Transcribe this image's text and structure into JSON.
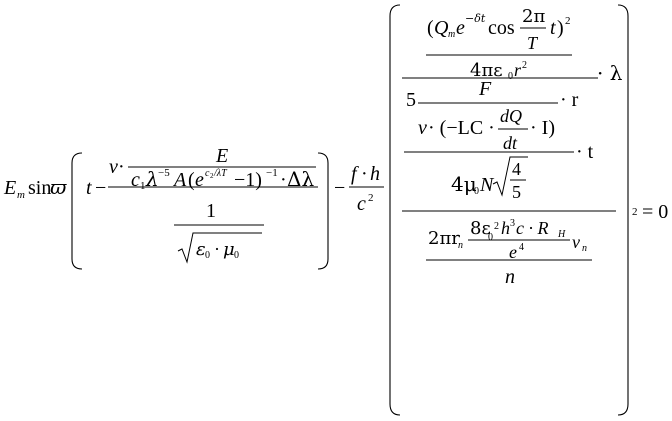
{
  "equation": {
    "lhs": {
      "amp": "E",
      "amp_sub": "m",
      "func": "sin",
      "omega": "ϖ",
      "t": "t",
      "minus": "−"
    },
    "frac1": {
      "num_v": "v",
      "num_dot": "·",
      "E": "E",
      "den": {
        "c1": "c",
        "c1_sub": "1",
        "lambda": "λ",
        "exp_m5": "−5",
        "A": "A",
        "open": "(",
        "e": "e",
        "exp_c2": "c",
        "exp_c2_sub": "2",
        "exp_rest": "/λT",
        "minus1": " −1)",
        "inv": "−1",
        "dot": "·",
        "delta_lambda": "Δλ"
      },
      "one": "1",
      "sqrt_eps": "ε",
      "eps_sub": "0",
      "dot": "·",
      "mu": "μ",
      "mu_sub": "0"
    },
    "minus2": "−",
    "fh": {
      "f": "f",
      "dot": "·",
      "h": "h",
      "c": "c",
      "c_exp": "2"
    },
    "big": {
      "q_open": "(",
      "Q": "Q",
      "Q_sub": "m",
      "e": "e",
      "exp_delta": "−δt",
      "cos": "cos",
      "two_pi": "2π",
      "T": "T",
      "t": "t",
      "close_sq": ")",
      "sq": "2",
      "four_pi": "4πε",
      "eps_sub": "0",
      "r": "r",
      "r_exp": "2",
      "dot_lambda": "· λ",
      "five": "5",
      "F": "F",
      "dot_r": "· r",
      "v": "v",
      "neg_open": "· (−LC ·",
      "dQ": "dQ",
      "dt": "dt",
      "dot_I": "· I)",
      "dot_t": "· t",
      "four_mu": "4μ",
      "mu_sub": "0",
      "N": "N",
      "sqrt_num": "4",
      "sqrt_den": "5",
      "two_pi_r": "2πr",
      "r_sub": "n",
      "eight_eps": "8ε",
      "eps8_sub": "0",
      "eps8_exp": "2",
      "h3": "h",
      "h_exp": "3",
      "c_RH": "c · R",
      "RH_sub": "H",
      "e4": "e",
      "e4_exp": "4",
      "v_n": "v",
      "vn_sub": "n",
      "n": "n"
    },
    "tail": {
      "sq": "2",
      "eq": "= 0"
    }
  }
}
